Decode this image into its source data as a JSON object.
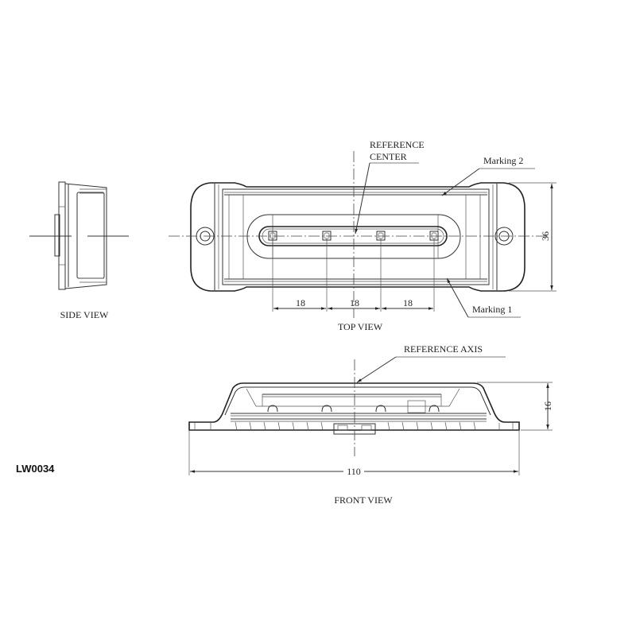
{
  "drawing": {
    "part_code": "LW0034",
    "views": {
      "side": {
        "label": "SIDE VIEW"
      },
      "top": {
        "label": "TOP VIEW",
        "callouts": {
          "reference_center_line1": "REFERENCE",
          "reference_center_line2": "CENTER",
          "marking_2": "Marking 2",
          "marking_1": "Marking 1"
        },
        "dimensions": {
          "led_pitch_1": "18",
          "led_pitch_2": "18",
          "led_pitch_3": "18",
          "height": "36"
        },
        "led_count": 4
      },
      "front": {
        "label": "FRONT VIEW",
        "callouts": {
          "reference_axis": "REFERENCE AXIS"
        },
        "dimensions": {
          "width": "110",
          "height": "16"
        }
      }
    },
    "colors": {
      "line": "#333333",
      "background": "#ffffff"
    }
  }
}
